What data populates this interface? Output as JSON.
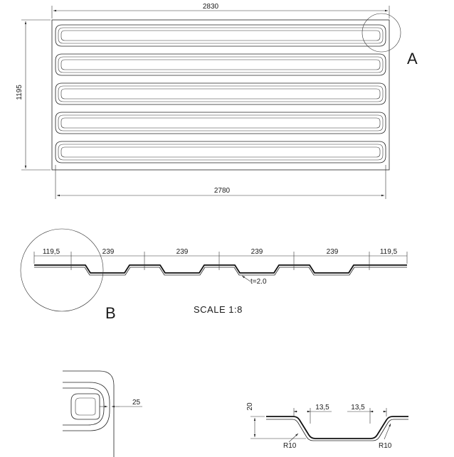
{
  "plan_view": {
    "width_label": "2830",
    "height_label": "1195",
    "inner_width_label": "2780",
    "detail_marker": "A",
    "channel_count": 5
  },
  "section_view": {
    "pitch_labels": [
      "119,5",
      "239",
      "239",
      "239",
      "239",
      "119,5"
    ],
    "thickness_label": "t=2.0",
    "detail_marker": "B",
    "scale_label": "SCALE 1:8"
  },
  "detail_a": {
    "width_label": "25"
  },
  "detail_b": {
    "depth_label": "20",
    "flat_label_1": "13,5",
    "flat_label_2": "13,5",
    "radius_label_1": "R10",
    "radius_label_2": "R10"
  }
}
